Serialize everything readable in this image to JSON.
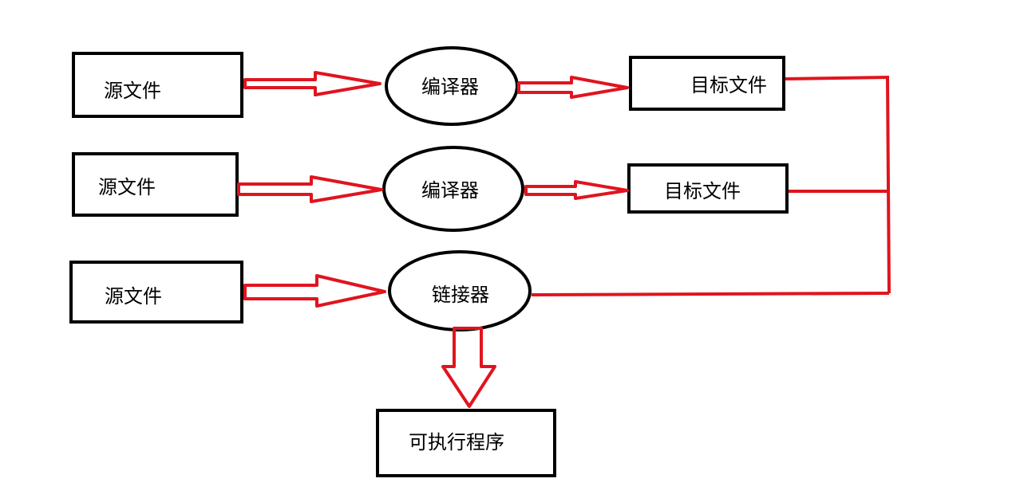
{
  "colors": {
    "stroke": "#000000",
    "arrow": "#e0141e",
    "background": "#ffffff"
  },
  "nodes": {
    "source_1": "源文件",
    "source_2": "源文件",
    "source_3": "源文件",
    "compiler_1": "编译器",
    "compiler_2": "编译器",
    "linker": "链接器",
    "object_1": "目标文件",
    "object_2": "目标文件",
    "executable": "可执行程序"
  }
}
